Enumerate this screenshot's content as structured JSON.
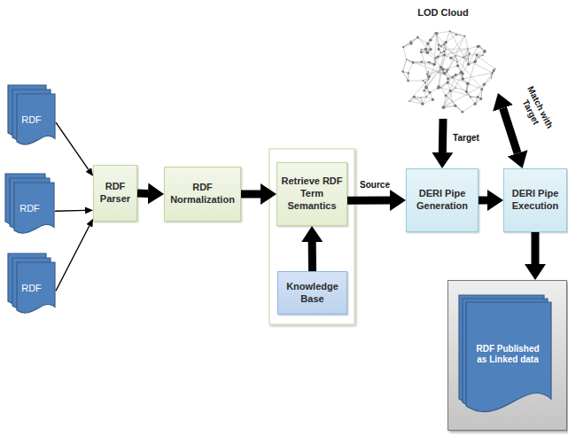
{
  "diagram": {
    "nodes": [
      {
        "text": [
          "RDF"
        ]
      },
      {
        "text": [
          "RDF"
        ]
      },
      {
        "text": [
          "RDF"
        ]
      },
      {
        "text": [
          "RDF Parser"
        ]
      },
      {
        "text": [
          "RDF Normalization"
        ]
      },
      {
        "text": [
          "Retrieve RDF Term Semantics"
        ]
      },
      {
        "text": [
          "Knowledge Base"
        ]
      },
      {
        "text": [
          "LOD Cloud"
        ]
      },
      {
        "text": [
          "DERI Pipe Generation"
        ]
      },
      {
        "text": [
          "DERI Pipe Execution"
        ]
      },
      {
        "text": [
          "RDF Published as Linked data"
        ]
      }
    ],
    "edges": [
      {
        "from": 0,
        "to": 3,
        "arrow": "to"
      },
      {
        "from": 1,
        "to": 3,
        "arrow": "to"
      },
      {
        "from": 2,
        "to": 3,
        "arrow": "to"
      },
      {
        "from": 3,
        "to": 4,
        "arrow": "to"
      },
      {
        "from": 4,
        "to": 5,
        "arrow": "to"
      },
      {
        "from": 6,
        "to": 5,
        "arrow": "to"
      },
      {
        "from": 5,
        "to": 8,
        "label": "Source",
        "arrow": "to"
      },
      {
        "from": 7,
        "to": 8,
        "label": "Target",
        "arrow": "to"
      },
      {
        "from": 8,
        "to": 9,
        "arrow": "to"
      },
      {
        "from": 9,
        "to": 7,
        "label": "Match with Target",
        "arrow": "both"
      },
      {
        "from": 9,
        "to": 10,
        "arrow": "to"
      }
    ]
  }
}
